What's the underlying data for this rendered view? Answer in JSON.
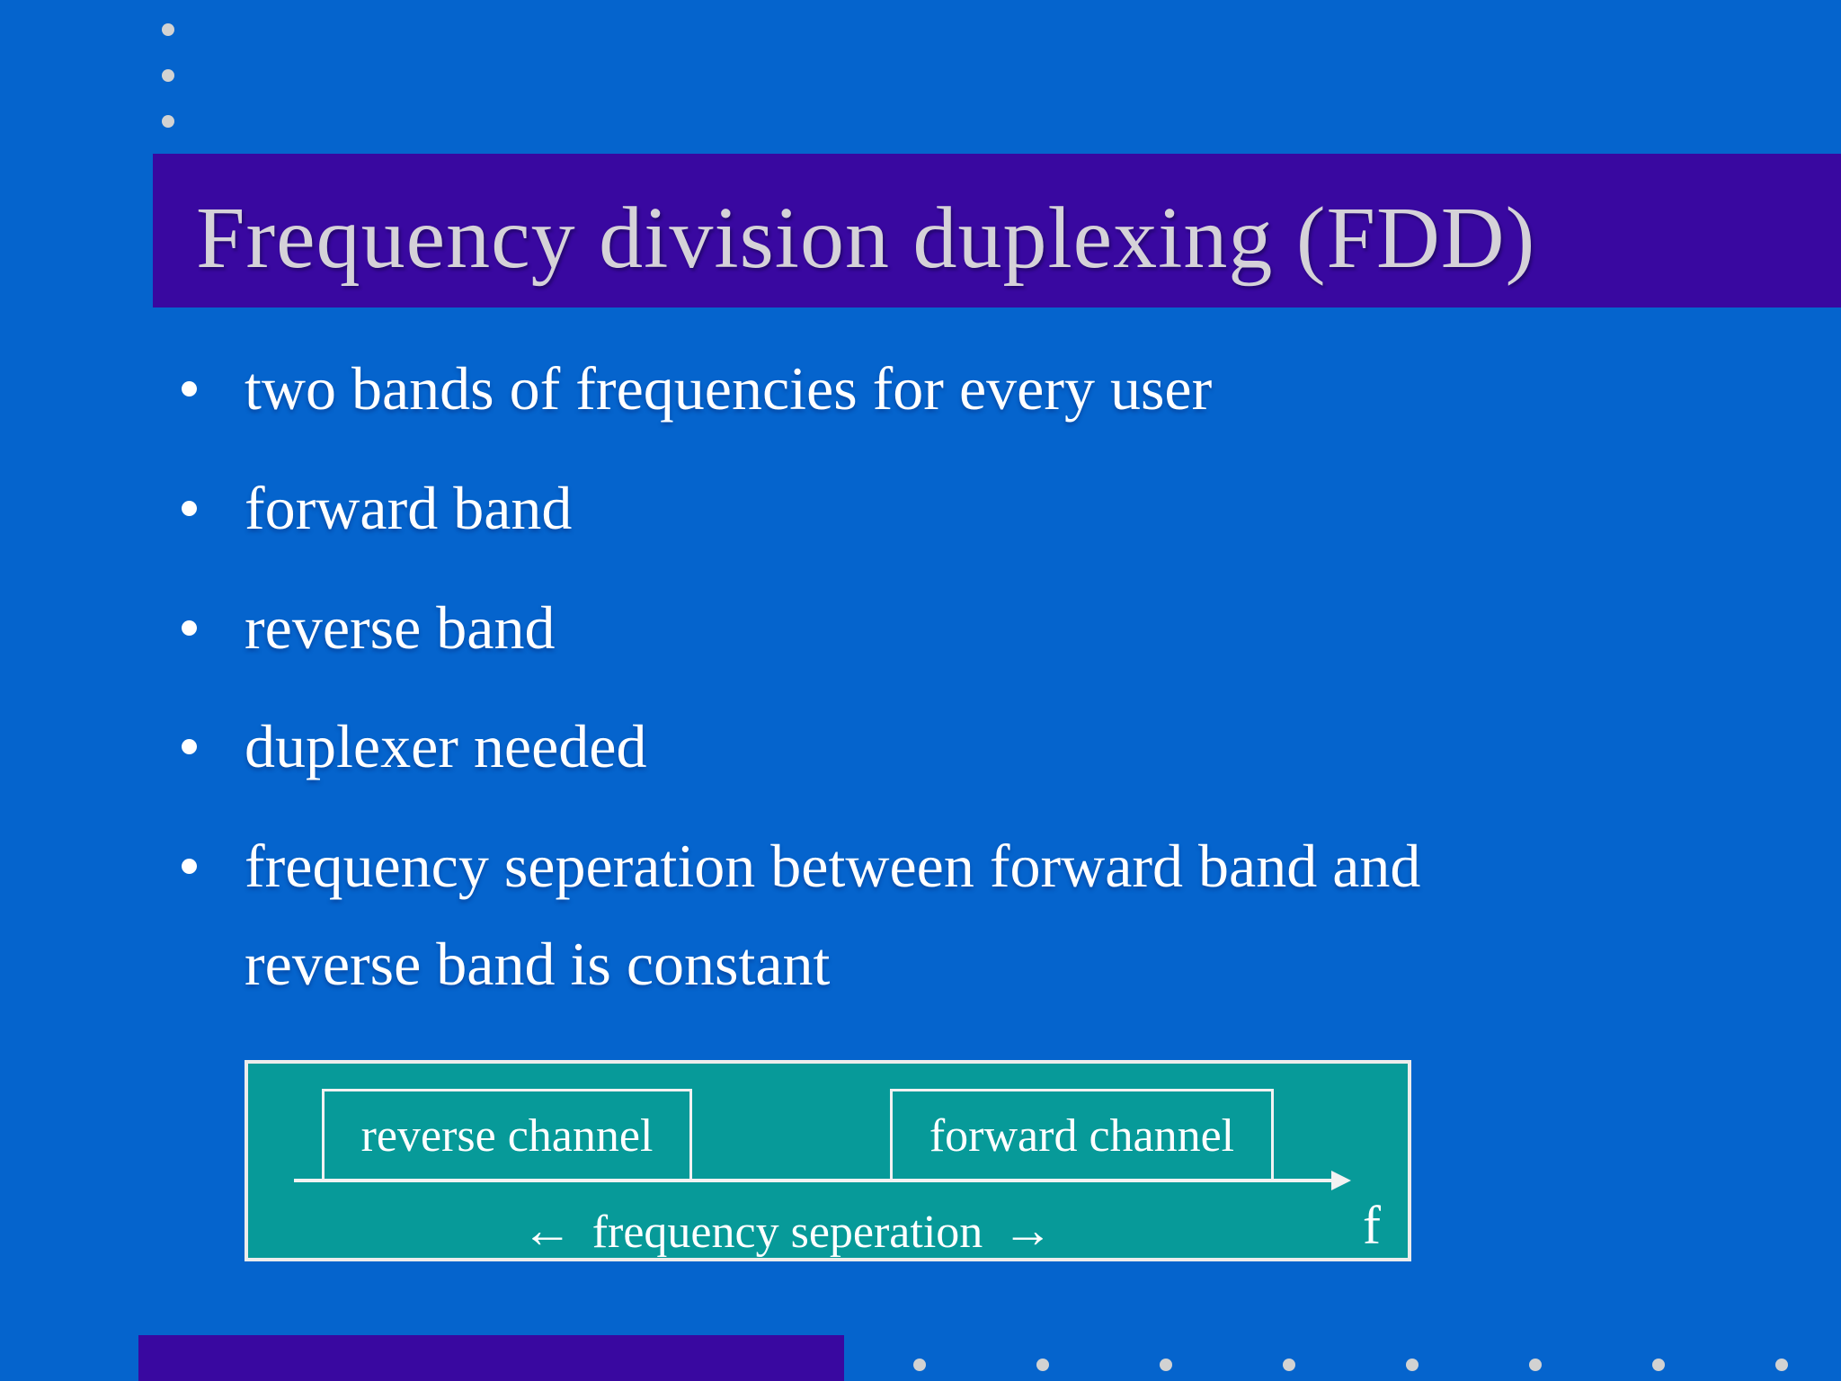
{
  "slide": {
    "title": "Frequency division duplexing (FDD)",
    "bullets": [
      "two bands of frequencies for every user",
      "forward band",
      "reverse band",
      "duplexer needed",
      "frequency seperation between forward band and reverse band is constant"
    ],
    "diagram": {
      "reverse_channel_label": "reverse channel",
      "forward_channel_label": "forward channel",
      "left_arrow": "←",
      "separation_label": "frequency seperation",
      "right_arrow": "→",
      "axis_label": "f"
    },
    "colors": {
      "background_blue": "#0564cd",
      "title_bar_purple": "#3908a0",
      "bottom_bar_purple": "#3908a0",
      "diagram_teal": "#079a99",
      "title_text_gray": "#d5d2d8",
      "body_text_white": "#ffffff",
      "dot_gray": "#d2d2d2"
    },
    "decorations": {
      "top_dots_count": 3,
      "bottom_dots_count": 8
    }
  }
}
